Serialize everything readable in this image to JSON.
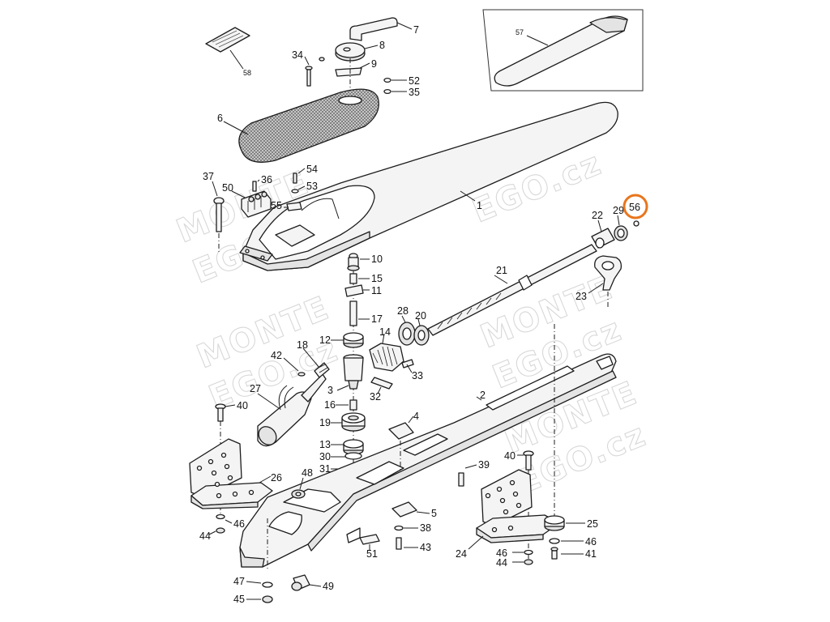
{
  "diagram": {
    "labels": {
      "p1": "1",
      "p2": "2",
      "p3": "3",
      "p4": "4",
      "p5": "5",
      "p6": "6",
      "p7": "7",
      "p8": "8",
      "p9": "9",
      "p10": "10",
      "p11": "11",
      "p12": "12",
      "p13": "13",
      "p14": "14",
      "p15": "15",
      "p16": "16",
      "p17": "17",
      "p18": "18",
      "p19": "19",
      "p20": "20",
      "p21": "21",
      "p22": "22",
      "p23": "23",
      "p24": "24",
      "p25": "25",
      "p26": "26",
      "p27": "27",
      "p28": "28",
      "p29": "29",
      "p30": "30",
      "p31": "31",
      "p32": "32",
      "p33": "33",
      "p34": "34",
      "p35": "35",
      "p36": "36",
      "p37": "37",
      "p38": "38",
      "p39": "39",
      "p40a": "40",
      "p40b": "40",
      "p41": "41",
      "p42": "42",
      "p43": "43",
      "p44a": "44",
      "p44b": "44",
      "p45": "45",
      "p46a": "46",
      "p46b": "46",
      "p46c": "46",
      "p47": "47",
      "p48": "48",
      "p49": "49",
      "p50": "50",
      "p51": "51",
      "p52": "52",
      "p53": "53",
      "p54": "54",
      "p55": "55",
      "p56": "56",
      "p57": "57",
      "p58": "58"
    },
    "highlight": {
      "part": "56",
      "color": "#e8761e"
    },
    "watermark": [
      "MONTE",
      "EGO.cz"
    ]
  }
}
